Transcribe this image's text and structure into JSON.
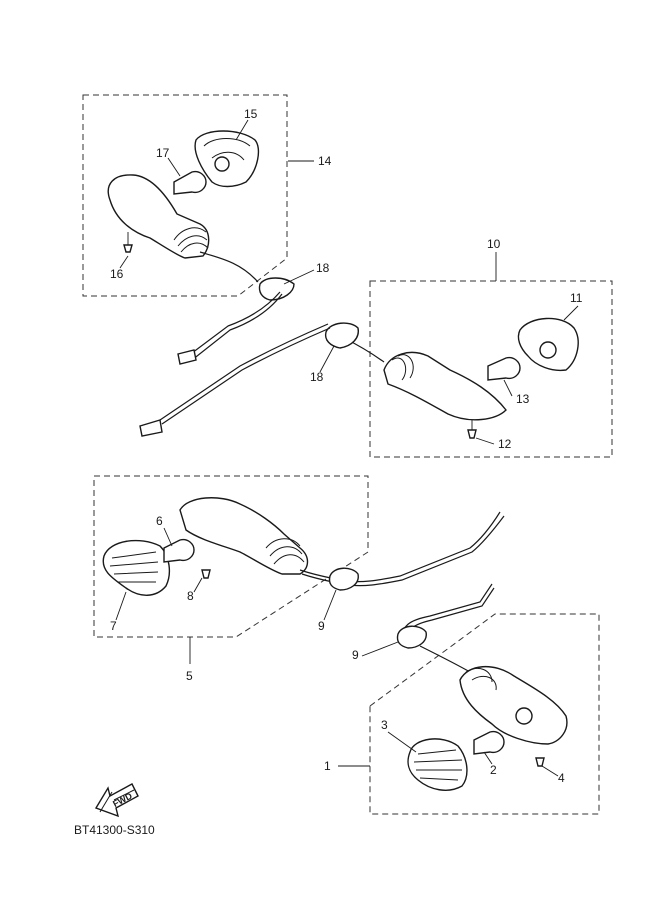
{
  "diagram": {
    "code": "BT41300-S310",
    "fwd": "FWD",
    "callouts": {
      "c1": "1",
      "c2": "2",
      "c3": "3",
      "c4": "4",
      "c5": "5",
      "c6": "6",
      "c7": "7",
      "c8": "8",
      "c9a": "9",
      "c9b": "9",
      "c10": "10",
      "c11": "11",
      "c12": "12",
      "c13": "13",
      "c14": "14",
      "c15": "15",
      "c16": "16",
      "c17": "17",
      "c18a": "18",
      "c18b": "18"
    }
  }
}
